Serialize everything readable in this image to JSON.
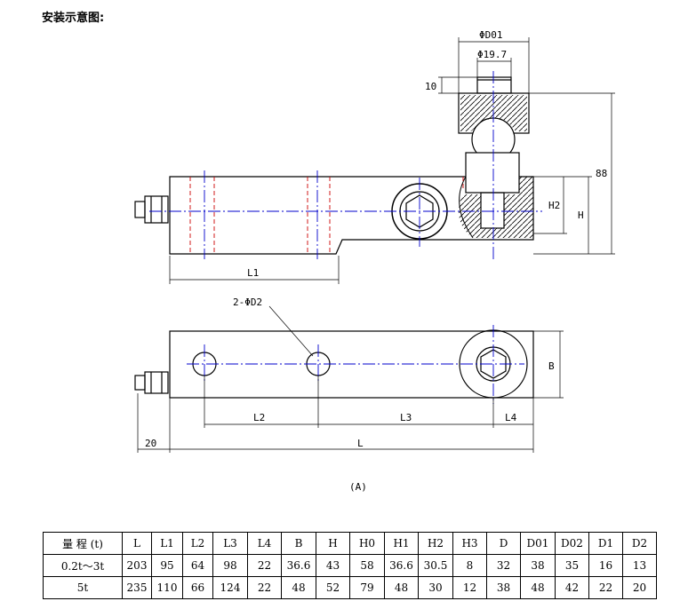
{
  "title": "安装示意图:",
  "diagram": {
    "dims": {
      "phi_d01": "ΦD01",
      "phi_19_7": "Φ19.7",
      "ten": "10",
      "eighty_eight": "88",
      "h2": "H2",
      "h": "H",
      "l1": "L1",
      "two_phi_d2": "2-ΦD2",
      "b": "B",
      "l2": "L2",
      "l3": "L3",
      "l4": "L4",
      "twenty": "20",
      "l": "L"
    },
    "caption": "(A)"
  },
  "table": {
    "headers": [
      "量 程 (t)",
      "L",
      "L1",
      "L2",
      "L3",
      "L4",
      "B",
      "H",
      "H0",
      "H1",
      "H2",
      "H3",
      "D",
      "D01",
      "D02",
      "D1",
      "D2"
    ],
    "rows": [
      [
        "0.2t～3t",
        "203",
        "95",
        "64",
        "98",
        "22",
        "36.6",
        "43",
        "58",
        "36.6",
        "30.5",
        "8",
        "32",
        "38",
        "35",
        "16",
        "13"
      ],
      [
        "5t",
        "235",
        "110",
        "66",
        "124",
        "22",
        "48",
        "52",
        "79",
        "48",
        "30",
        "12",
        "38",
        "48",
        "42",
        "22",
        "20"
      ]
    ]
  }
}
